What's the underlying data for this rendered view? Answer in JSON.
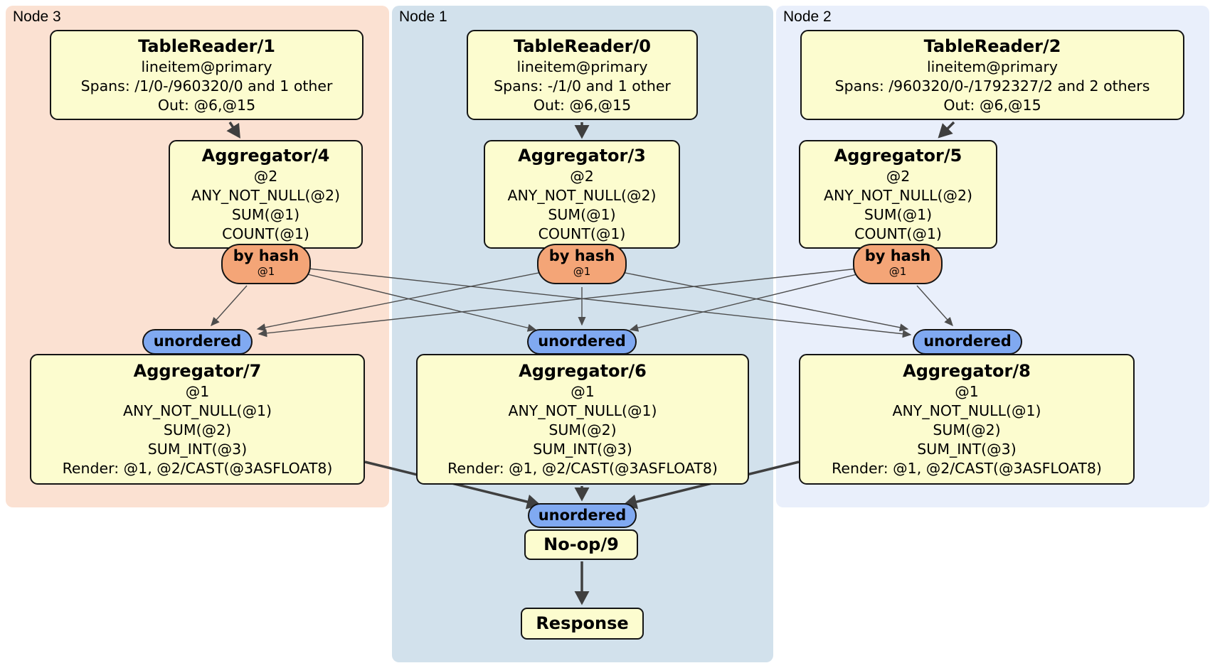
{
  "regions": [
    {
      "label": "Node 3",
      "bg": "#fbe1d2"
    },
    {
      "label": "Node 1",
      "bg": "#d2e1ec"
    },
    {
      "label": "Node 2",
      "bg": "#e9effb"
    }
  ],
  "colors": {
    "box_fill": "#fcfccf",
    "router_fill": "#f4a577",
    "sync_fill": "#80a9f1",
    "border": "#141414",
    "edge_thin": "#4d4d4d",
    "edge_thick": "#3f3f3f",
    "node3_bg": "#fbe1d2",
    "node1_bg": "#d2e1ec",
    "node2_bg": "#e9effb"
  },
  "boxes": {
    "tr1": {
      "title": "TableReader/1",
      "lines": [
        "lineitem@primary",
        "Spans: /1/0-/960320/0 and 1 other",
        "Out: @6,@15"
      ]
    },
    "tr0": {
      "title": "TableReader/0",
      "lines": [
        "lineitem@primary",
        "Spans: -/1/0 and 1 other",
        "Out: @6,@15"
      ]
    },
    "tr2": {
      "title": "TableReader/2",
      "lines": [
        "lineitem@primary",
        "Spans: /960320/0-/1792327/2 and 2 others",
        "Out: @6,@15"
      ]
    },
    "agg4": {
      "title": "Aggregator/4",
      "lines": [
        "@2",
        "ANY_NOT_NULL(@2)",
        "SUM(@1)",
        "COUNT(@1)"
      ]
    },
    "agg3": {
      "title": "Aggregator/3",
      "lines": [
        "@2",
        "ANY_NOT_NULL(@2)",
        "SUM(@1)",
        "COUNT(@1)"
      ]
    },
    "agg5": {
      "title": "Aggregator/5",
      "lines": [
        "@2",
        "ANY_NOT_NULL(@2)",
        "SUM(@1)",
        "COUNT(@1)"
      ]
    },
    "agg7": {
      "title": "Aggregator/7",
      "lines": [
        "@1",
        "ANY_NOT_NULL(@1)",
        "SUM(@2)",
        "SUM_INT(@3)",
        "Render: @1, @2/CAST(@3ASFLOAT8)"
      ]
    },
    "agg6": {
      "title": "Aggregator/6",
      "lines": [
        "@1",
        "ANY_NOT_NULL(@1)",
        "SUM(@2)",
        "SUM_INT(@3)",
        "Render: @1, @2/CAST(@3ASFLOAT8)"
      ]
    },
    "agg8": {
      "title": "Aggregator/8",
      "lines": [
        "@1",
        "ANY_NOT_NULL(@1)",
        "SUM(@2)",
        "SUM_INT(@3)",
        "Render: @1, @2/CAST(@3ASFLOAT8)"
      ]
    },
    "noop": {
      "title": "No-op/9"
    },
    "response": {
      "title": "Response"
    }
  },
  "router": {
    "label": "by hash",
    "sub": "@1"
  },
  "sync": {
    "label": "unordered"
  },
  "streams": [
    {
      "from": "by-hash-node3",
      "to": "unordered-node3"
    },
    {
      "from": "by-hash-node3",
      "to": "unordered-node1"
    },
    {
      "from": "by-hash-node3",
      "to": "unordered-node2"
    },
    {
      "from": "by-hash-node1",
      "to": "unordered-node3"
    },
    {
      "from": "by-hash-node1",
      "to": "unordered-node1"
    },
    {
      "from": "by-hash-node1",
      "to": "unordered-node2"
    },
    {
      "from": "by-hash-node2",
      "to": "unordered-node3"
    },
    {
      "from": "by-hash-node2",
      "to": "unordered-node1"
    },
    {
      "from": "by-hash-node2",
      "to": "unordered-node2"
    },
    {
      "from": "TableReader/1",
      "to": "Aggregator/4"
    },
    {
      "from": "TableReader/0",
      "to": "Aggregator/3"
    },
    {
      "from": "TableReader/2",
      "to": "Aggregator/5"
    },
    {
      "from": "Aggregator/7",
      "to": "unordered-noop"
    },
    {
      "from": "Aggregator/6",
      "to": "unordered-noop"
    },
    {
      "from": "Aggregator/8",
      "to": "unordered-noop"
    },
    {
      "from": "No-op/9",
      "to": "Response"
    }
  ]
}
